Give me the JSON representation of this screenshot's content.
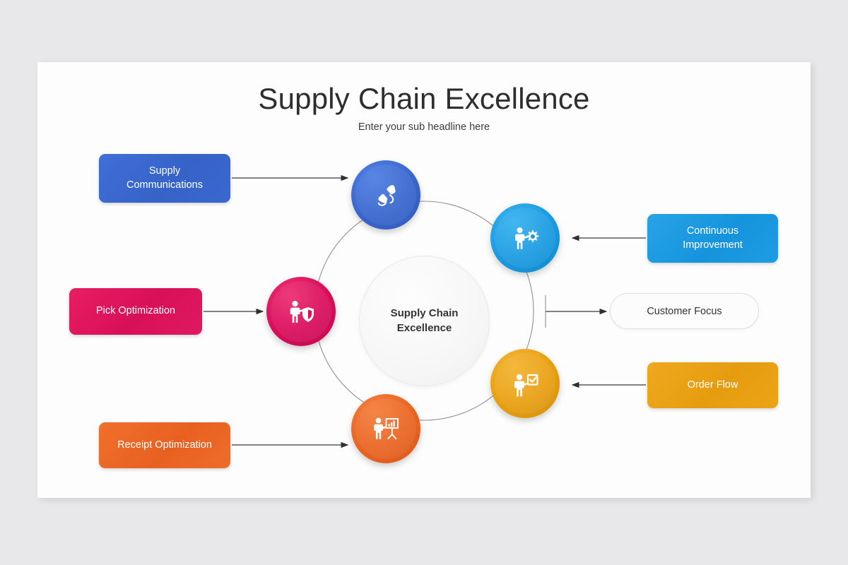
{
  "header": {
    "title": "Supply Chain Excellence",
    "subtitle": "Enter your sub headline here"
  },
  "center": {
    "line1": "Supply Chain",
    "line2": "Excellence"
  },
  "left_labels": [
    {
      "id": "supply-communications",
      "line1": "Supply",
      "line2": "Communications",
      "color": "#3763c8",
      "arrow": "right"
    },
    {
      "id": "pick-optimization",
      "line1": "Pick Optimization",
      "line2": "",
      "color": "#d81058",
      "arrow": "right"
    },
    {
      "id": "receipt-optimization",
      "line1": "Receipt Optimization",
      "line2": "",
      "color": "#e8601f",
      "arrow": "right"
    }
  ],
  "right_labels": [
    {
      "id": "continuous-improvement",
      "line1": "Continuous",
      "line2": "Improvement",
      "color": "#1594dd",
      "arrow": "left"
    },
    {
      "id": "customer-focus",
      "line1": "Customer Focus",
      "line2": "",
      "color": "#fcfcfc",
      "arrow": "right"
    },
    {
      "id": "order-flow",
      "line1": "Order Flow",
      "line2": "",
      "color": "#e69c0f",
      "arrow": "left"
    }
  ],
  "nodes": [
    {
      "id": "supply-communications-node",
      "icon": "phone-icon",
      "color": "#3b68cf",
      "position": "top"
    },
    {
      "id": "continuous-improvement-node",
      "icon": "person-gear-icon",
      "color": "#1d9ce2",
      "position": "top-right"
    },
    {
      "id": "order-flow-node",
      "icon": "person-checkbox-icon",
      "color": "#e9a114",
      "position": "bottom-right"
    },
    {
      "id": "receipt-optimization-node",
      "icon": "person-chart-presentation-icon",
      "color": "#ea6623",
      "position": "bottom"
    },
    {
      "id": "pick-optimization-node",
      "icon": "person-shield-icon",
      "color": "#da0f5c",
      "position": "left"
    }
  ],
  "theme": {
    "page_background": "#e8e7e9",
    "card_background": "#fdfdfd",
    "ring_stroke": "#8a8a8a",
    "arrow_stroke": "#3a3a3a",
    "title_color": "#2e2e2e"
  }
}
